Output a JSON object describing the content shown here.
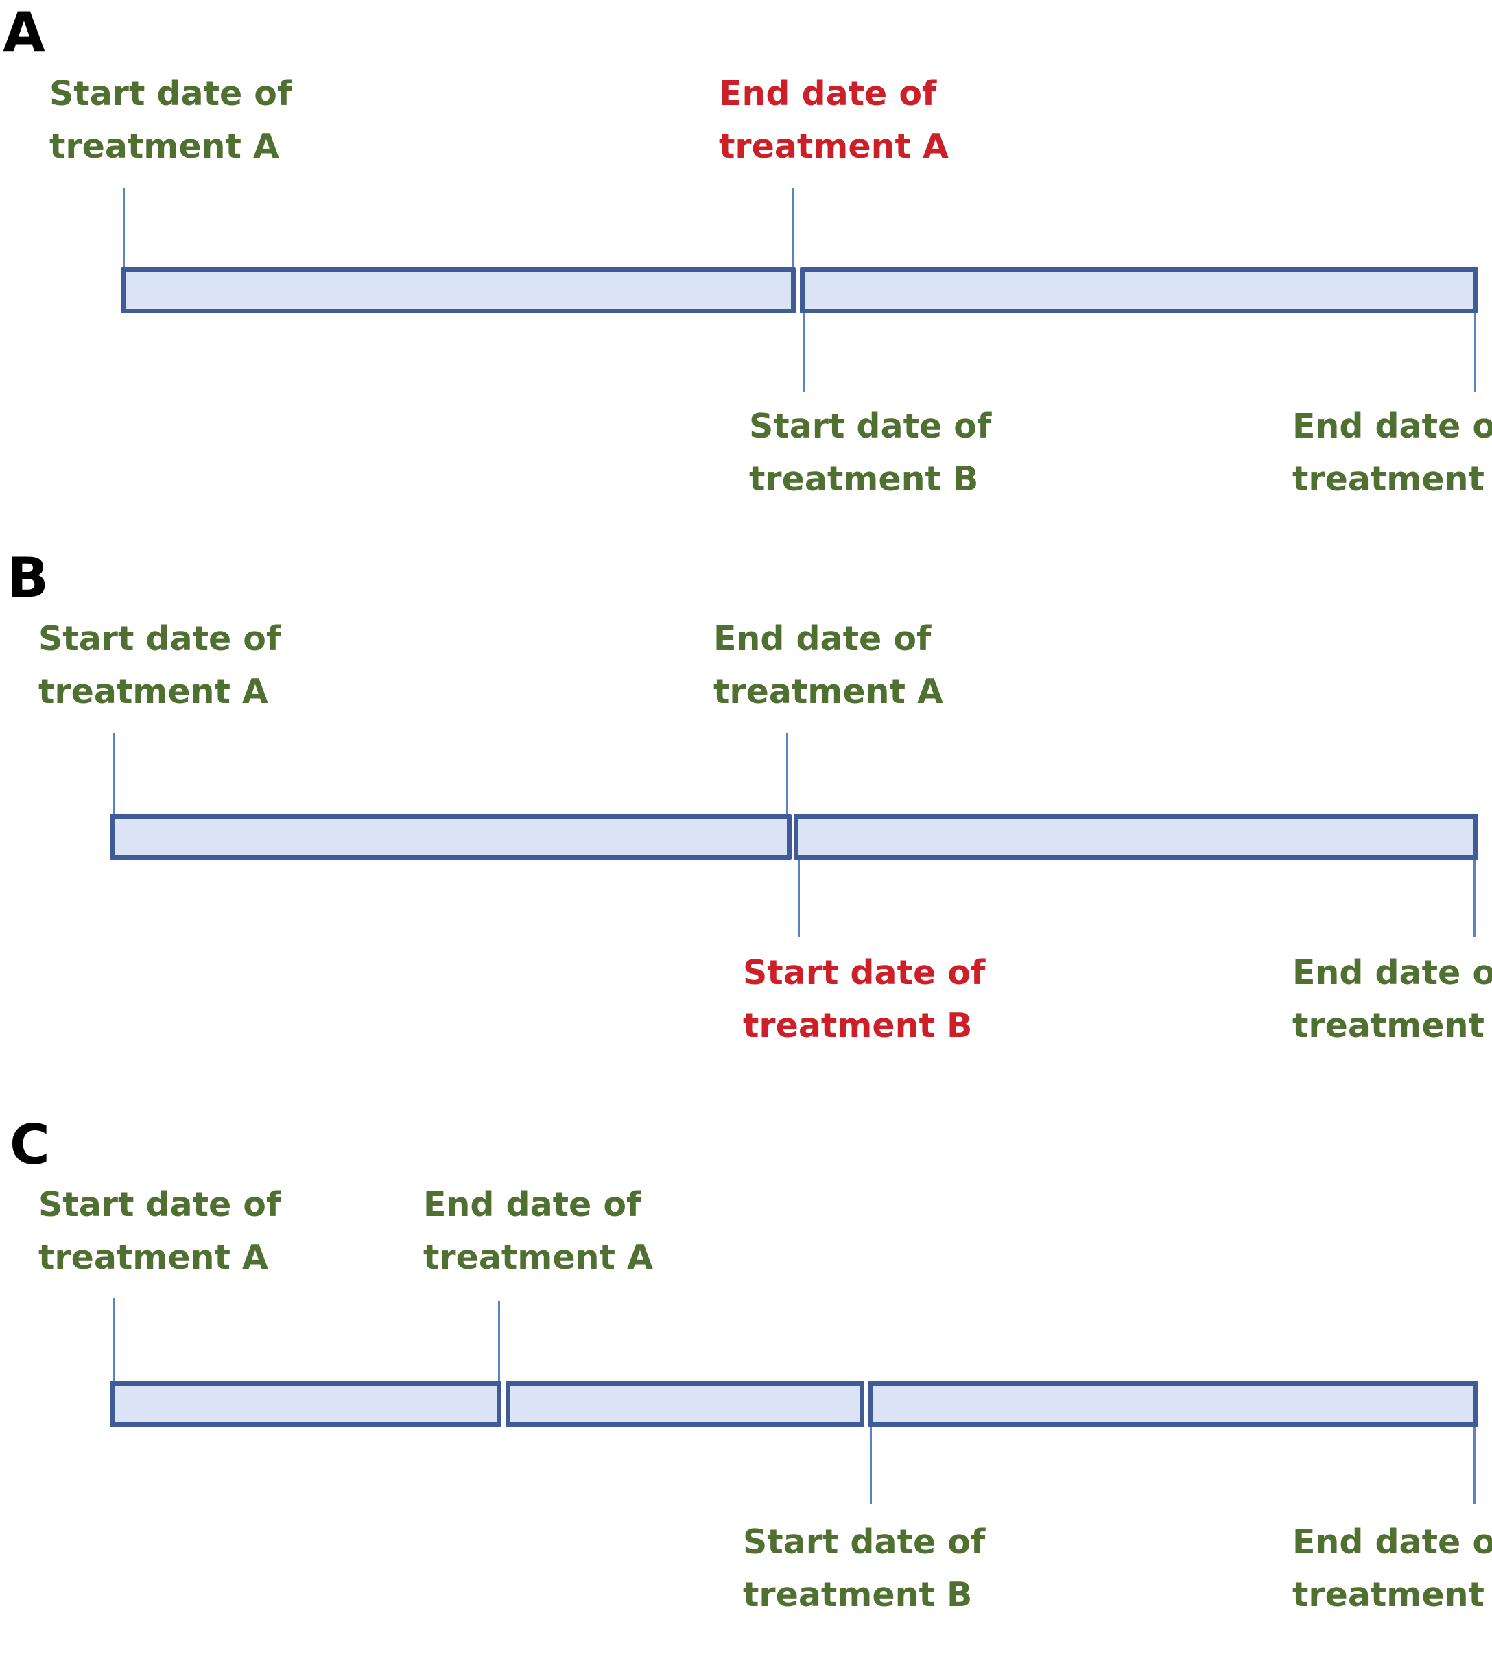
{
  "panels": [
    {
      "letter": "A",
      "labels": {
        "start_a": [
          "Start date of",
          "treatment A"
        ],
        "end_a": [
          "End date of",
          "treatment A"
        ],
        "start_b": [
          "Start date of",
          "treatment B"
        ],
        "end_b": [
          "End date of",
          "treatment B"
        ]
      },
      "highlighted": "end_a"
    },
    {
      "letter": "B",
      "labels": {
        "start_a": [
          "Start date of",
          "treatment A"
        ],
        "end_a": [
          "End date of",
          "treatment A"
        ],
        "start_b": [
          "Start date of",
          "treatment B"
        ],
        "end_b": [
          "End date of",
          "treatment B"
        ]
      },
      "highlighted": "start_b"
    },
    {
      "letter": "C",
      "labels": {
        "start_a": [
          "Start date of",
          "treatment A"
        ],
        "end_a": [
          "End date of",
          "treatment A"
        ],
        "start_b": [
          "Start date of",
          "treatment B"
        ],
        "end_b": [
          "End date of",
          "treatment B"
        ]
      },
      "highlighted": ""
    }
  ],
  "colors": {
    "normal_label": "#4f7031",
    "highlight_label": "#cc1f27",
    "bar_border": "#3f5b98",
    "bar_fill": "#dbe4f5",
    "tick": "#5b83c4"
  }
}
